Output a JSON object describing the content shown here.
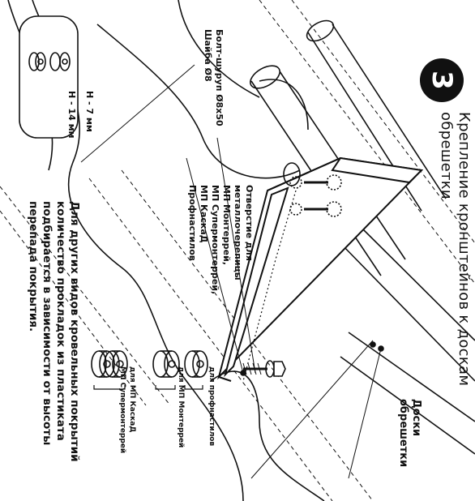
{
  "step": {
    "number": "3"
  },
  "title": {
    "line1": "Крепление кронштейнов к доскам",
    "line2": "обрешетки"
  },
  "labels": {
    "boards_line1": "Доски",
    "boards_line2": "обрешетки",
    "hole_lines": [
      "Отверстие для",
      "металлочерепицы",
      "МП Монтеррей,",
      "МП Супермонтеррей,",
      "МП КаскаД",
      "Профнастилов"
    ],
    "bolt_line1": "Болт-шуруп Ø8x50",
    "bolt_line2": "Шайба Ø8",
    "h7": "Н - 7 мм",
    "h14": "Н - 14 мм",
    "spacer_prof": "для профнастилов",
    "spacer_monterrey": "для МП Монтеррей",
    "spacer_kaskad_line1": "для МП КаскаД",
    "spacer_kaskad_line2": "МП Супермонтеррей",
    "note_lines": [
      "Для других видов кровельных покрытий",
      "количество прокладок из пластиката",
      "подбирается в зависимости от высоты",
      "перепада покрытия."
    ]
  }
}
